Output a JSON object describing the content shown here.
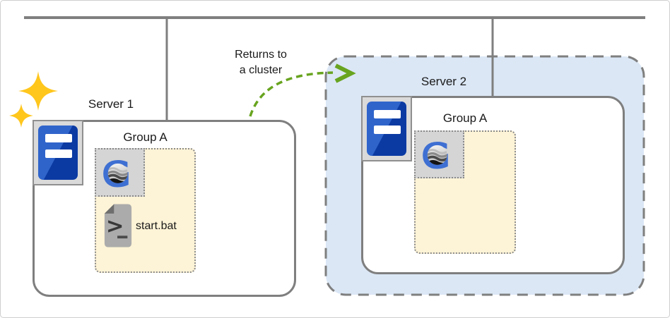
{
  "annotation": {
    "line1": "Returns to",
    "line2": "a cluster"
  },
  "server1": {
    "label": "Server 1",
    "group": {
      "label": "Group A",
      "file_label": "start.bat"
    }
  },
  "server2": {
    "label": "Server 2",
    "group": {
      "label": "Group A"
    }
  },
  "icons": {
    "sparkles": "sparkles-icon",
    "server": "server-icon",
    "glassfish": "glassfish-icon",
    "batch_file": "batch-file-icon",
    "arrow_head": "arrow-head-icon"
  },
  "colors": {
    "wire_gray": "#7f7f7f",
    "cluster_fill": "#dbe7f5",
    "cluster_border": "#7f7f7f",
    "group_fill": "#fdf3d6",
    "group_border": "#8a8a8a",
    "arrow_green": "#68a41f",
    "server_blue_light": "#2f64cb",
    "server_blue_dark": "#0b3aa3",
    "glassfish_blue": "#3e6fd2",
    "sparkle_yellow": "#ffc61c",
    "file_gray": "#ababab"
  }
}
